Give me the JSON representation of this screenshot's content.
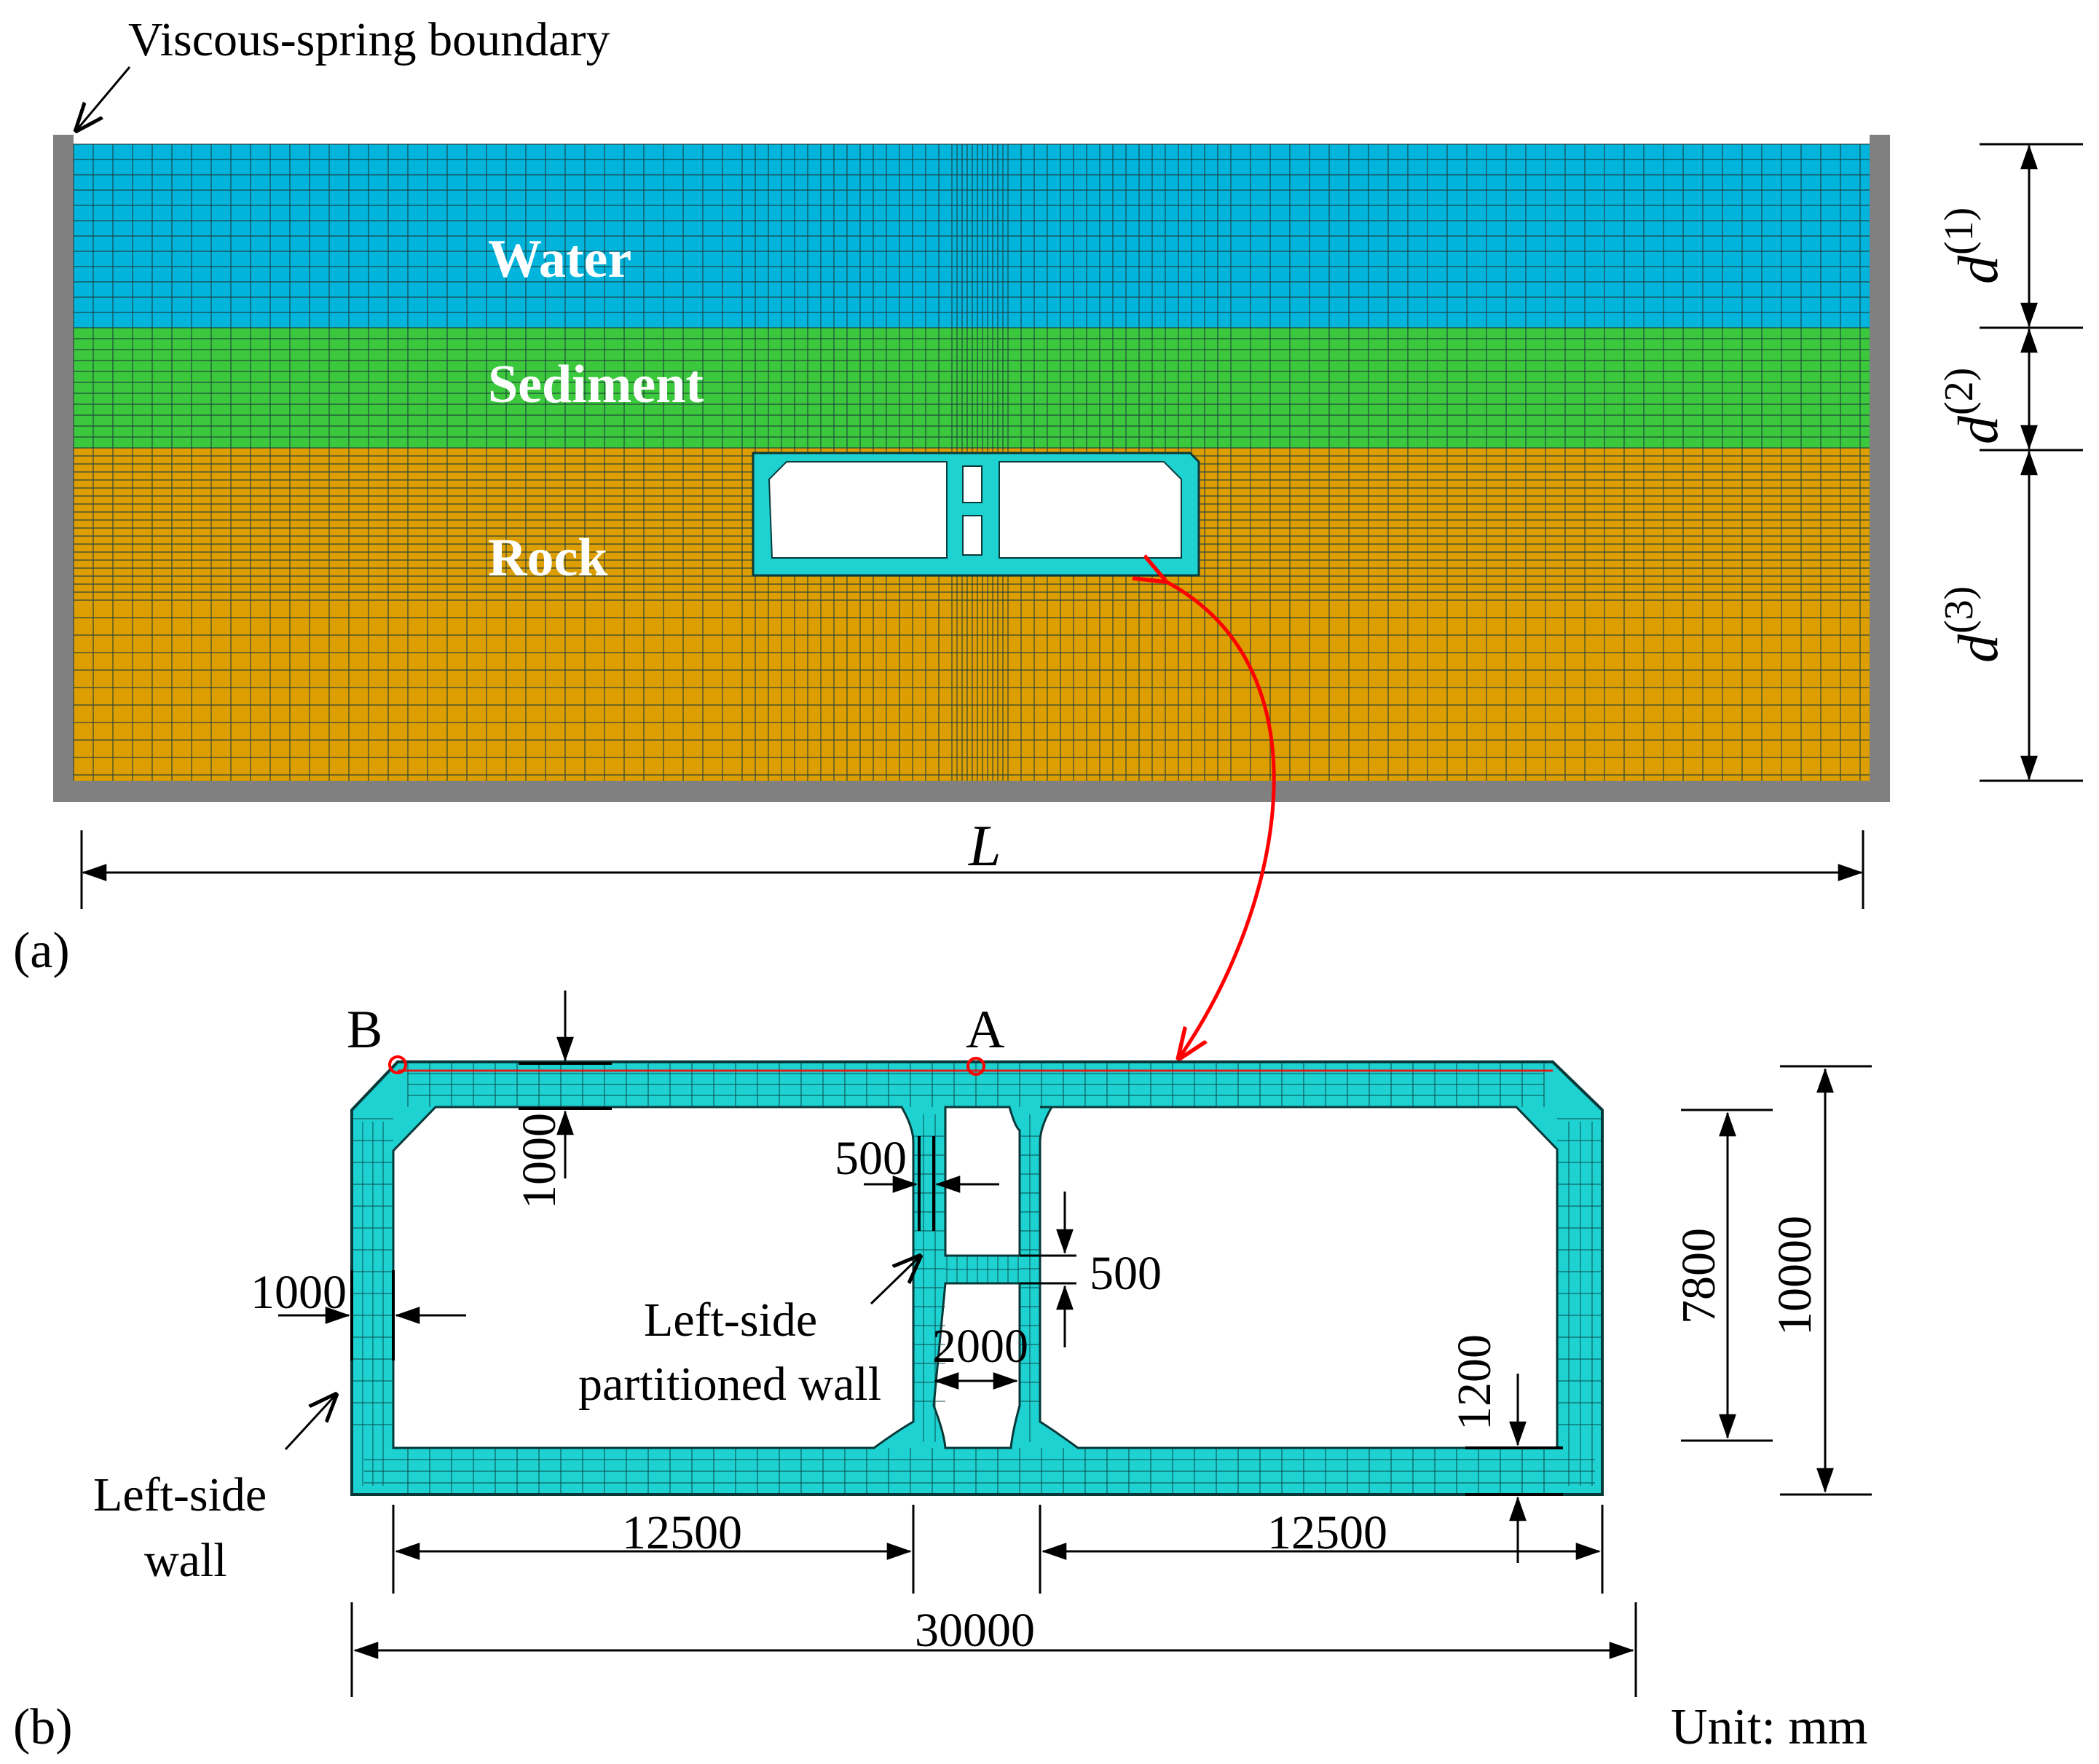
{
  "panel_a": {
    "label": "(a)",
    "boundary_label": "Viscous-spring boundary",
    "layers": [
      {
        "name": "Water",
        "color": "#00B4DC"
      },
      {
        "name": "Sediment",
        "color": "#3CC83C"
      },
      {
        "name": "Rock",
        "color": "#DC9E00"
      }
    ],
    "boundary_color": "#808080",
    "length_symbol": "L",
    "depth_symbols": [
      "d",
      "d",
      "d"
    ],
    "depth_superscripts": [
      "(1)",
      "(2)",
      "(3)"
    ],
    "arrow_color": "#FF0000"
  },
  "panel_b": {
    "label": "(b)",
    "unit": "Unit: mm",
    "tunnel_color": "#1ED2D2",
    "point_a": "A",
    "point_b": "B",
    "dims": {
      "top_slab": "1000",
      "partition_thickness": "500",
      "middle_slab": "500",
      "side_wall": "1000",
      "gallery_width": "2000",
      "bottom_slab": "1200",
      "inner_height": "7800",
      "outer_height": "10000",
      "left_span": "12500",
      "right_span": "12500",
      "total_width": "30000"
    },
    "partition_label_1": "Left-side",
    "partition_label_2": "partitioned wall",
    "wall_label_1": "Left-side",
    "wall_label_2": "wall"
  }
}
